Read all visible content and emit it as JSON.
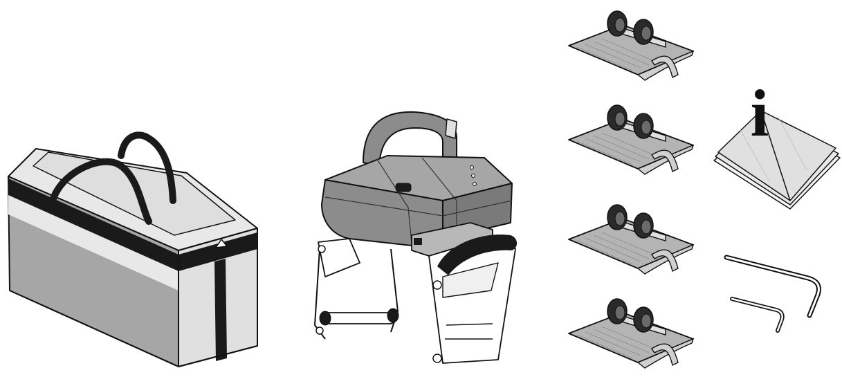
{
  "scene": {
    "items": [
      {
        "id": "carry-bag",
        "icon": "carry-bag-icon"
      },
      {
        "id": "main-unit",
        "icon": "machine-unit-icon"
      },
      {
        "id": "roller-guide-1",
        "icon": "roller-guide-icon"
      },
      {
        "id": "roller-guide-2",
        "icon": "roller-guide-icon"
      },
      {
        "id": "roller-guide-3",
        "icon": "roller-guide-icon"
      },
      {
        "id": "roller-guide-4",
        "icon": "roller-guide-icon"
      },
      {
        "id": "manual",
        "icon": "info-manual-icon"
      },
      {
        "id": "hex-keys",
        "icon": "hex-key-icon"
      }
    ],
    "manual_letter": "i",
    "colors": {
      "bag_light": "#e8e8e8",
      "bag_mid": "#a6a6a6",
      "bag_dark": "#1a1a1a",
      "machine": "#8c8c8c",
      "machine_dark": "#5a5a5a",
      "plate": "#b4b4b4",
      "outline": "#111111"
    }
  }
}
